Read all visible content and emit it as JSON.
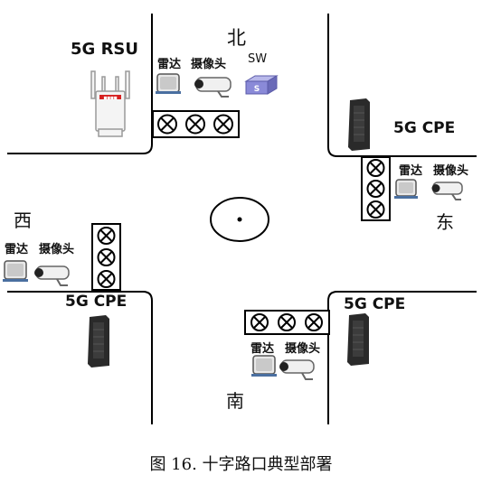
{
  "labels": {
    "rsu": "5G RSU",
    "north": "北",
    "sw": "SW",
    "radar": "雷达",
    "camera": "摄像头",
    "cpe": "5G CPE",
    "east": "东",
    "west": "西",
    "south": "南"
  },
  "icons": {
    "sw_badge": "S",
    "rsu_brand": "■■■■"
  },
  "caption": "图 16.  十字路口典型部署"
}
